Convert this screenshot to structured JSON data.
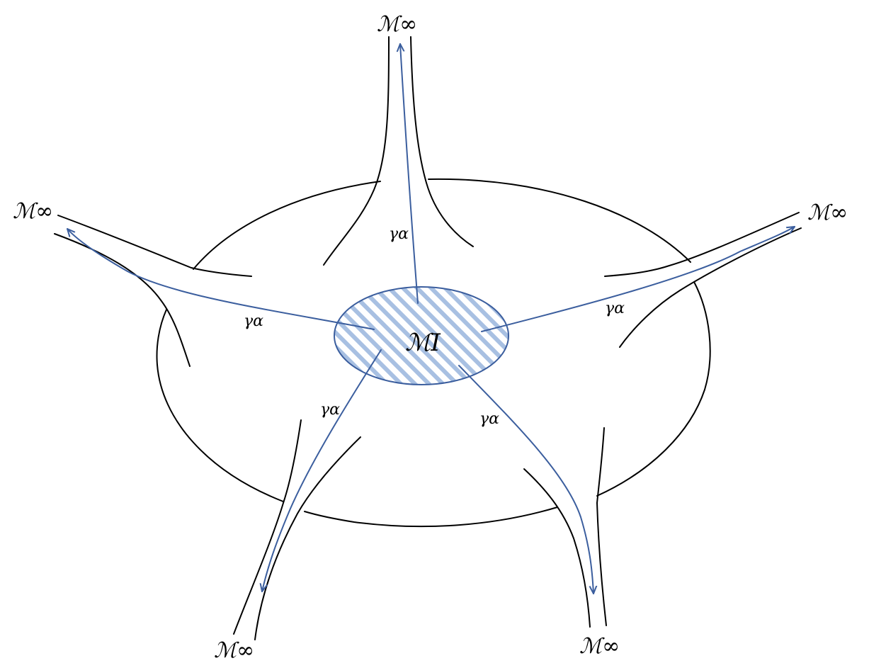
{
  "labels": {
    "end_top": "ℳ∞",
    "end_upper_left": "ℳ∞",
    "end_upper_right": "ℳ∞",
    "end_lower_left": "ℳ∞",
    "end_lower_right": "ℳ∞",
    "interior": "ℳI",
    "geodesic_top": "γα",
    "geodesic_left": "γα",
    "geodesic_right": "γα",
    "geodesic_lower_left": "γα",
    "geodesic_lower_right": "γα"
  },
  "colors": {
    "geodesic": "#3B5E9E",
    "hatch": "#A8C0E2",
    "outline": "#000000"
  }
}
